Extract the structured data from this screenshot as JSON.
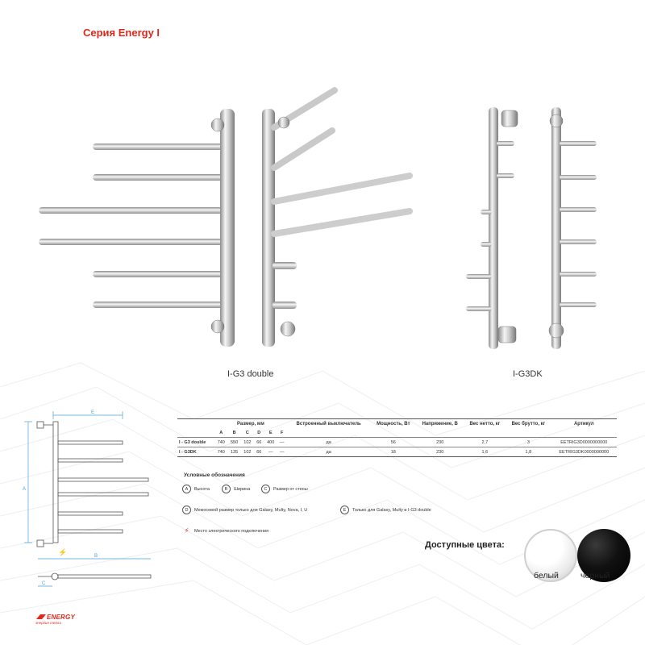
{
  "series_title": "Серия Energy I",
  "products": {
    "double_label": "I-G3 double",
    "g3dk_label": "I-G3DK"
  },
  "spec_table": {
    "group_header": "Размер, мм",
    "size_columns": [
      "A",
      "B",
      "C",
      "D",
      "E",
      "F"
    ],
    "headers": {
      "switch": "Встроенный выключатель",
      "power": "Мощность, Вт",
      "voltage": "Напряжение, В",
      "net_weight": "Вес нетто, кг",
      "gross_weight": "Вес брутто, кг",
      "article": "Артикул"
    },
    "rows": [
      {
        "model": "I - G3 double",
        "A": "740",
        "B": "550",
        "C": "102",
        "D": "66",
        "E": "400",
        "F": "—",
        "switch": "да",
        "power": "56",
        "voltage": "230",
        "net_weight": "2,7",
        "gross_weight": "3",
        "article": "EETRIG3D0000000000"
      },
      {
        "model": "I - G3DK",
        "A": "740",
        "B": "135",
        "C": "102",
        "D": "66",
        "E": "—",
        "F": "—",
        "switch": "да",
        "power": "18",
        "voltage": "230",
        "net_weight": "1,6",
        "gross_weight": "1,8",
        "article": "EETRIG3DK0000000000"
      }
    ]
  },
  "legend": {
    "title": "Условные обозначения",
    "items": [
      {
        "key": "A",
        "text": "Высота"
      },
      {
        "key": "B",
        "text": "Ширина"
      },
      {
        "key": "C",
        "text": "Размер от стены"
      },
      {
        "key": "D",
        "text": "Межосевой размер только для Galaxy, Multy, Nova, I, U"
      },
      {
        "key": "E",
        "text": "Только для Galaxy, Multy и I-G3 double"
      },
      {
        "key": "bolt",
        "text": "Место электрического подключения"
      }
    ]
  },
  "dimension_letters": {
    "A": "A",
    "B": "B",
    "C": "C",
    "E": "E"
  },
  "colors": {
    "title": "Доступные цвета:",
    "white_label": "белый",
    "black_label": "черный",
    "accent_red": "#e0291c",
    "dimension_blue": "#4aa3d9"
  },
  "brand": {
    "name": "ENERGY",
    "tagline": "энергия тепла"
  }
}
